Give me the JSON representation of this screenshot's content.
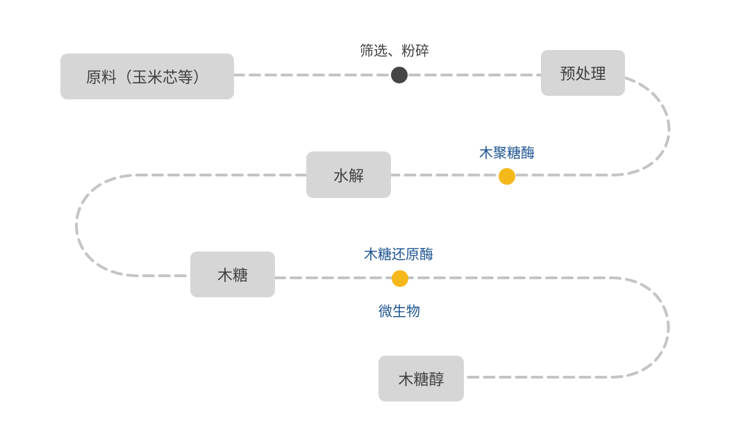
{
  "diagram": {
    "type": "process-flow",
    "colors": {
      "node_fill": "#d6d6d6",
      "node_text": "#404040",
      "connector": "#c4c4c4",
      "step_dot": "#454545",
      "enzyme_dot": "#f5b81b",
      "annotation_dark": "#404040",
      "annotation_blue": "#1f5591"
    },
    "nodes": [
      {
        "id": "raw",
        "label": "原料（玉米芯等）"
      },
      {
        "id": "pre",
        "label": "预处理"
      },
      {
        "id": "hyd",
        "label": "水解"
      },
      {
        "id": "xylose",
        "label": "木糖"
      },
      {
        "id": "xylitol",
        "label": "木糖醇"
      }
    ],
    "edges": [
      {
        "from": "raw",
        "to": "pre",
        "marker": "dark",
        "annotations": [
          "筛选、粉碎"
        ]
      },
      {
        "from": "pre",
        "to": "hyd",
        "marker": "yellow",
        "annotations": [
          "木聚糖酶"
        ]
      },
      {
        "from": "hyd",
        "to": "xylose",
        "marker": null,
        "annotations": []
      },
      {
        "from": "xylose",
        "to": "xylitol",
        "marker": "yellow",
        "annotations": [
          "木糖还原酶",
          "微生物"
        ]
      }
    ]
  }
}
